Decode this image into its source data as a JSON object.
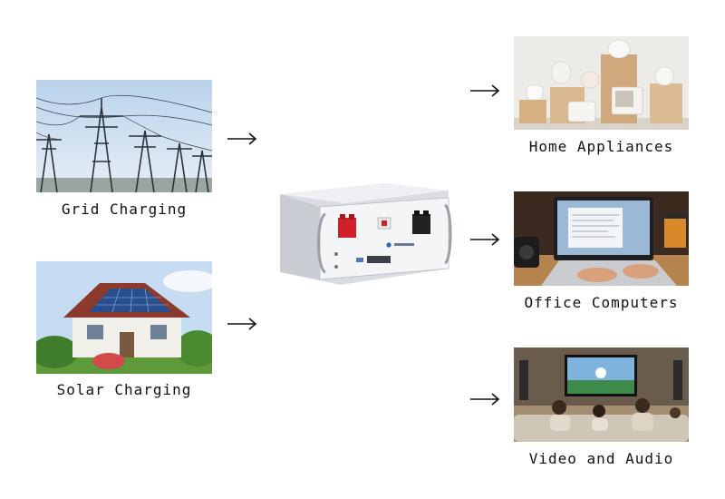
{
  "sources": [
    {
      "id": "grid",
      "label": "Grid Charging",
      "icon": "power-grid-tower-image"
    },
    {
      "id": "solar",
      "label": "Solar Charging",
      "icon": "solar-roof-house-image"
    }
  ],
  "battery": {
    "icon": "rack-battery-unit-image"
  },
  "destinations": [
    {
      "id": "home",
      "label": "Home Appliances",
      "icon": "kitchen-appliances-image"
    },
    {
      "id": "office",
      "label": "Office Computers",
      "icon": "laptop-computer-image"
    },
    {
      "id": "video",
      "label": "Video and Audio",
      "icon": "family-watching-tv-image"
    }
  ],
  "arrow_glyph": "right-arrow-icon",
  "colors": {
    "background": "#ffffff",
    "text": "#111111",
    "sky": "#cfe0f0",
    "battery_body": "#e4e6ea",
    "terminal_red": "#d0202a",
    "terminal_black": "#222222"
  }
}
